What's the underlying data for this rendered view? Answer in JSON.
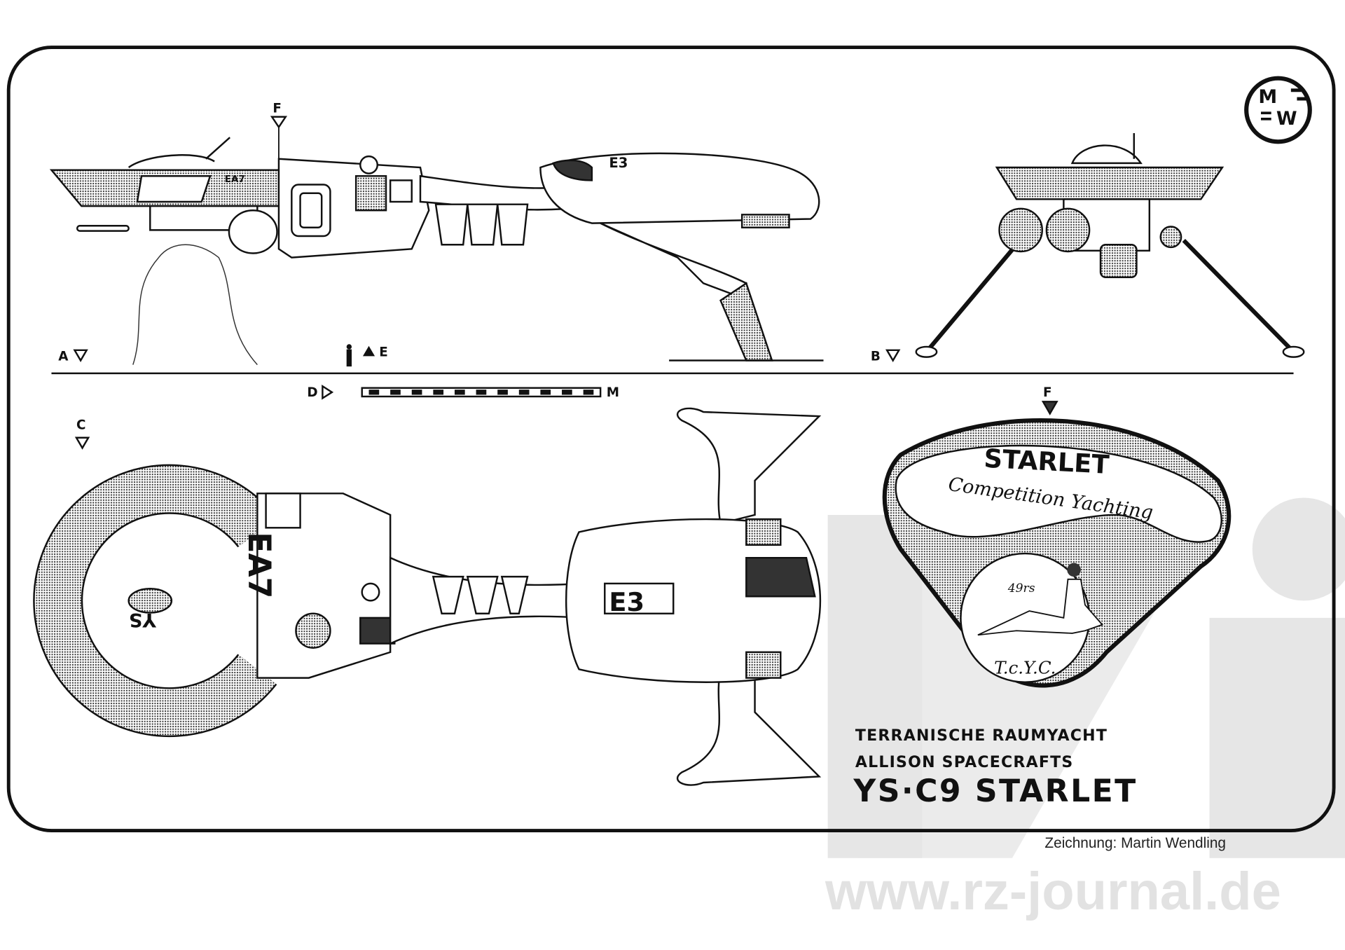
{
  "views": {
    "label_a": "A",
    "label_b": "B",
    "label_c": "C",
    "label_d": "D",
    "label_e": "E",
    "label_f_side": "F",
    "label_f_badge": "F",
    "label_m": "M"
  },
  "hull_markings": {
    "side_code": "EA7",
    "pod_code": "E3",
    "top_code": "EA7",
    "top_ring_code": "YS"
  },
  "badge": {
    "title": "STARLET",
    "subtitle": "Competition Yachting",
    "number": "49rs",
    "club": "T.c.Y.C."
  },
  "title_block": {
    "line1": "TERRANISCHE RAUMYACHT",
    "line2": "ALLISON SPACECRAFTS",
    "line3": "YS·C9 STARLET"
  },
  "credit": "Zeichnung: Martin Wendling",
  "watermark": "www.rz-journal.de",
  "logo_text": "MW"
}
